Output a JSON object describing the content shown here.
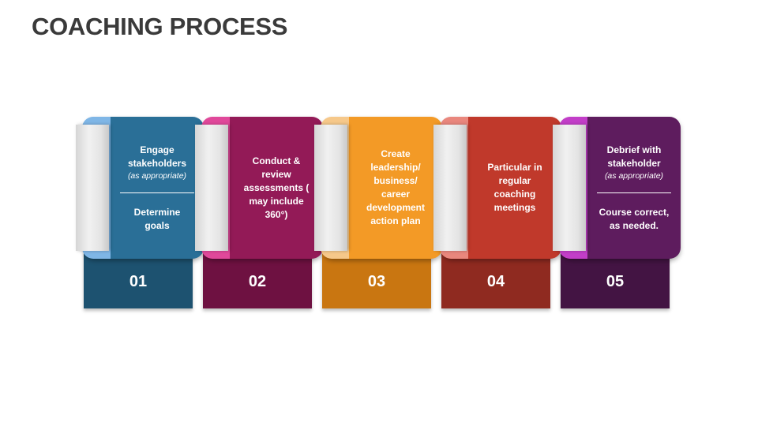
{
  "title": "COACHING PROCESS",
  "steps": [
    {
      "number": "01",
      "lines": [
        "Engage",
        "stakeholders"
      ],
      "note": "(as appropriate)",
      "lines2": [
        "Determine",
        "goals"
      ],
      "color": "#2a6f97",
      "dark": "#1d5270",
      "light": "#7fb6e6"
    },
    {
      "number": "02",
      "lines": [
        "Conduct &",
        "review",
        "assessments (",
        "may include",
        "360°)"
      ],
      "note": "",
      "lines2": [],
      "color": "#931a57",
      "dark": "#6e1141",
      "light": "#e0489a"
    },
    {
      "number": "03",
      "lines": [
        "Create",
        "leadership/",
        "business/",
        "career",
        "development",
        "action plan"
      ],
      "note": "",
      "lines2": [],
      "color": "#f39a26",
      "dark": "#c97611",
      "light": "#f6c88a"
    },
    {
      "number": "04",
      "lines": [
        "Particular in",
        "regular",
        "coaching",
        "meetings"
      ],
      "note": "",
      "lines2": [],
      "color": "#c0392b",
      "dark": "#8f2a20",
      "light": "#e9877d"
    },
    {
      "number": "05",
      "lines": [
        "Debrief with",
        "stakeholder"
      ],
      "note": "(as appropriate)",
      "lines2": [
        "Course correct,",
        "as needed."
      ],
      "color": "#5e1c5e",
      "dark": "#431443",
      "light": "#c23ec8"
    }
  ]
}
